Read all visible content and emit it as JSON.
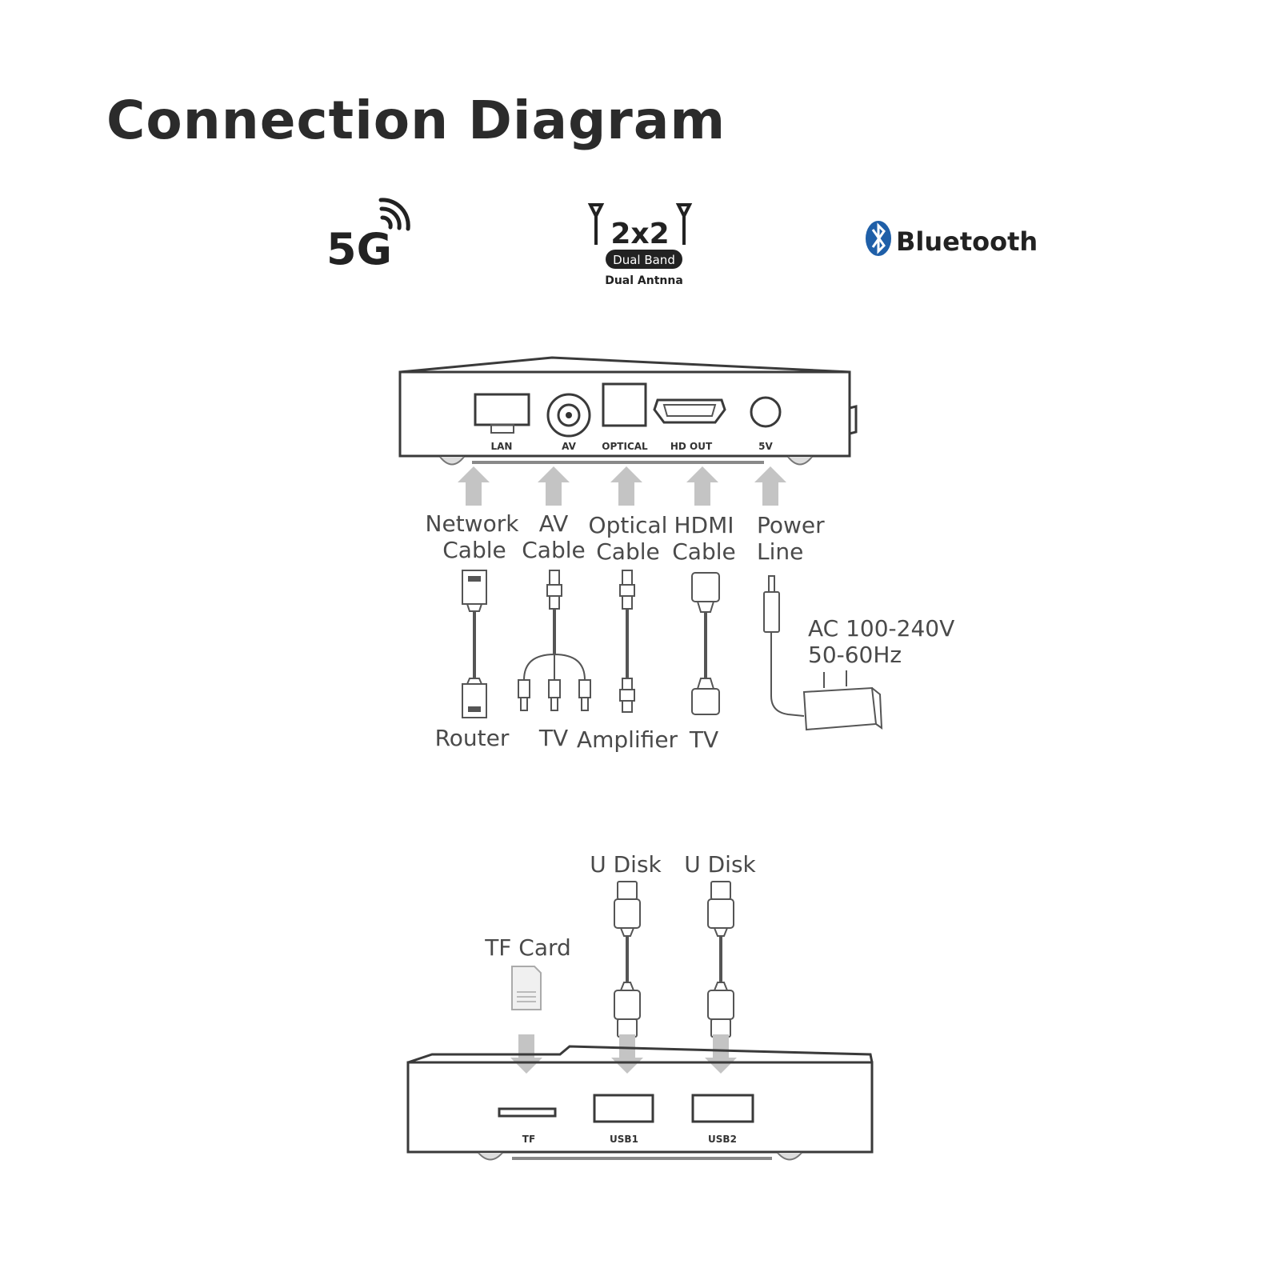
{
  "title": "Connection Diagram",
  "badges": {
    "five_g": "5G",
    "antenna_main": "2x2",
    "antenna_band": "Dual Band",
    "antenna_caption": "Dual Antnna",
    "bluetooth": "Bluetooth"
  },
  "back_panel": {
    "ports": [
      "LAN",
      "AV",
      "OPTICAL",
      "HD OUT",
      "5V"
    ],
    "cables": [
      {
        "line1": "Network",
        "line2": "Cable"
      },
      {
        "line1": "AV",
        "line2": "Cable"
      },
      {
        "line1": "Optical",
        "line2": "Cable"
      },
      {
        "line1": "HDMI",
        "line2": "Cable"
      },
      {
        "line1": "Power",
        "line2": "Line"
      }
    ],
    "destinations": [
      "Router",
      "TV",
      "Amplifier",
      "TV"
    ],
    "power_spec": {
      "line1": "AC 100-240V",
      "line2": "50-60Hz"
    }
  },
  "side_panel": {
    "ports": [
      "TF",
      "USB1",
      "USB2"
    ],
    "devices": [
      "TF Card",
      "U Disk",
      "U Disk"
    ]
  }
}
